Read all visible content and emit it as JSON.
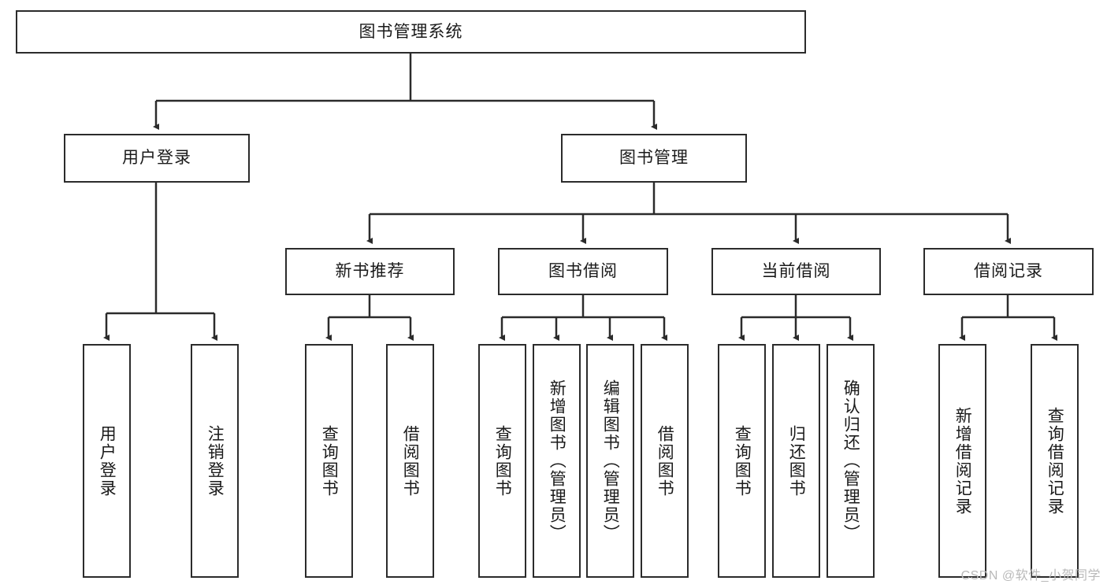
{
  "diagram": {
    "title_node": {
      "label": "图书管理系统"
    },
    "level2": [
      {
        "id": "user-login",
        "label": "用户登录"
      },
      {
        "id": "book-manage",
        "label": "图书管理"
      }
    ],
    "level3": [
      {
        "id": "new-book-recommend",
        "label": "新书推荐"
      },
      {
        "id": "book-borrow",
        "label": "图书借阅"
      },
      {
        "id": "current-borrow",
        "label": "当前借阅"
      },
      {
        "id": "borrow-record",
        "label": "借阅记录"
      }
    ],
    "leaves": [
      {
        "id": "leaf-user-login",
        "label": "用户登录",
        "parent": "user-login"
      },
      {
        "id": "leaf-logout",
        "label": "注销登录",
        "parent": "user-login"
      },
      {
        "id": "leaf-query-book-1",
        "label": "查询图书",
        "parent": "new-book-recommend"
      },
      {
        "id": "leaf-borrow-book-1",
        "label": "借阅图书",
        "parent": "new-book-recommend"
      },
      {
        "id": "leaf-query-book-2",
        "label": "查询图书",
        "parent": "book-borrow"
      },
      {
        "id": "leaf-add-book",
        "label": "新增图书（管理员）",
        "parent": "book-borrow"
      },
      {
        "id": "leaf-edit-book",
        "label": "编辑图书（管理员）",
        "parent": "book-borrow"
      },
      {
        "id": "leaf-borrow-book-2",
        "label": "借阅图书",
        "parent": "book-borrow"
      },
      {
        "id": "leaf-query-book-3",
        "label": "查询图书",
        "parent": "current-borrow"
      },
      {
        "id": "leaf-return-book",
        "label": "归还图书",
        "parent": "current-borrow"
      },
      {
        "id": "leaf-confirm-return",
        "label": "确认归还（管理员）",
        "parent": "current-borrow"
      },
      {
        "id": "leaf-add-record",
        "label": "新增借阅记录",
        "parent": "borrow-record"
      },
      {
        "id": "leaf-query-record",
        "label": "查询借阅记录",
        "parent": "borrow-record"
      }
    ],
    "colors": {
      "stroke": "#2b2b2b",
      "fill": "#ffffff",
      "text": "#1a1a1a",
      "watermark": "#b9b9b9"
    }
  },
  "watermark": {
    "text": "CSDN @软件_小贺同学"
  }
}
